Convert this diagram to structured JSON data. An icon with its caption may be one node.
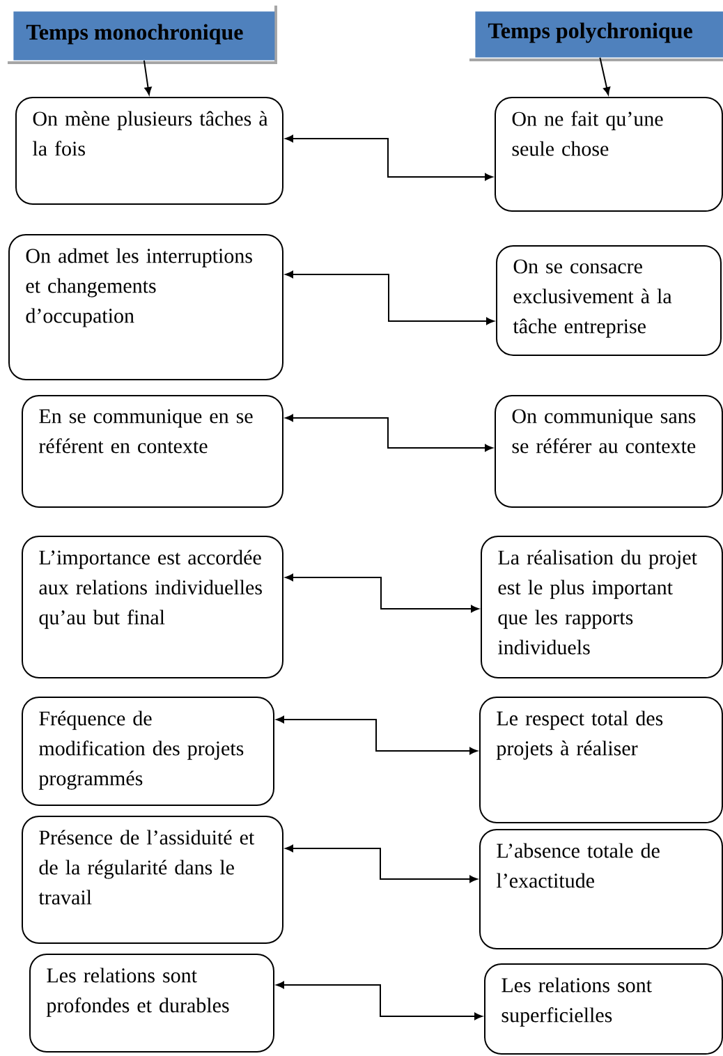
{
  "diagram": {
    "nodes": [
      {
        "text": [
          "Temps monochronique"
        ]
      },
      {
        "text": [
          "Temps polychronique"
        ]
      },
      {
        "text": [
          "On mène plusieurs tâches à la fois"
        ]
      },
      {
        "text": [
          "On ne fait qu’une seule chose"
        ]
      },
      {
        "text": [
          "On admet les interruptions et changements d’occupation"
        ]
      },
      {
        "text": [
          "On se consacre exclusivement à la tâche entreprise"
        ]
      },
      {
        "text": [
          "En se communique en se référent en contexte"
        ]
      },
      {
        "text": [
          "On communique sans se référer au contexte"
        ]
      },
      {
        "text": [
          "L’importance est accordée aux relations individuelles qu’au but final"
        ]
      },
      {
        "text": [
          "La réalisation du projet est le plus important que les rapports individuels"
        ]
      },
      {
        "text": [
          "Fréquence de modification des projets programmés"
        ]
      },
      {
        "text": [
          "Le respect total des projets à réaliser"
        ]
      },
      {
        "text": [
          "Présence de l’assiduité et de la régularité dans le travail"
        ]
      },
      {
        "text": [
          "L’absence totale de l’exactitude"
        ]
      },
      {
        "text": [
          "Les relations sont profondes et durables"
        ]
      },
      {
        "text": [
          "Les relations sont superficielles"
        ]
      }
    ],
    "edges": [
      {
        "from": 0,
        "to": 2,
        "arrow": "to"
      },
      {
        "from": 1,
        "to": 3,
        "arrow": "to"
      },
      {
        "from": 2,
        "to": 3,
        "arrow": "both"
      },
      {
        "from": 4,
        "to": 5,
        "arrow": "both"
      },
      {
        "from": 6,
        "to": 7,
        "arrow": "both"
      },
      {
        "from": 8,
        "to": 9,
        "arrow": "both"
      },
      {
        "from": 10,
        "to": 11,
        "arrow": "both"
      },
      {
        "from": 12,
        "to": 13,
        "arrow": "both"
      },
      {
        "from": 14,
        "to": 15,
        "arrow": "both"
      }
    ]
  }
}
